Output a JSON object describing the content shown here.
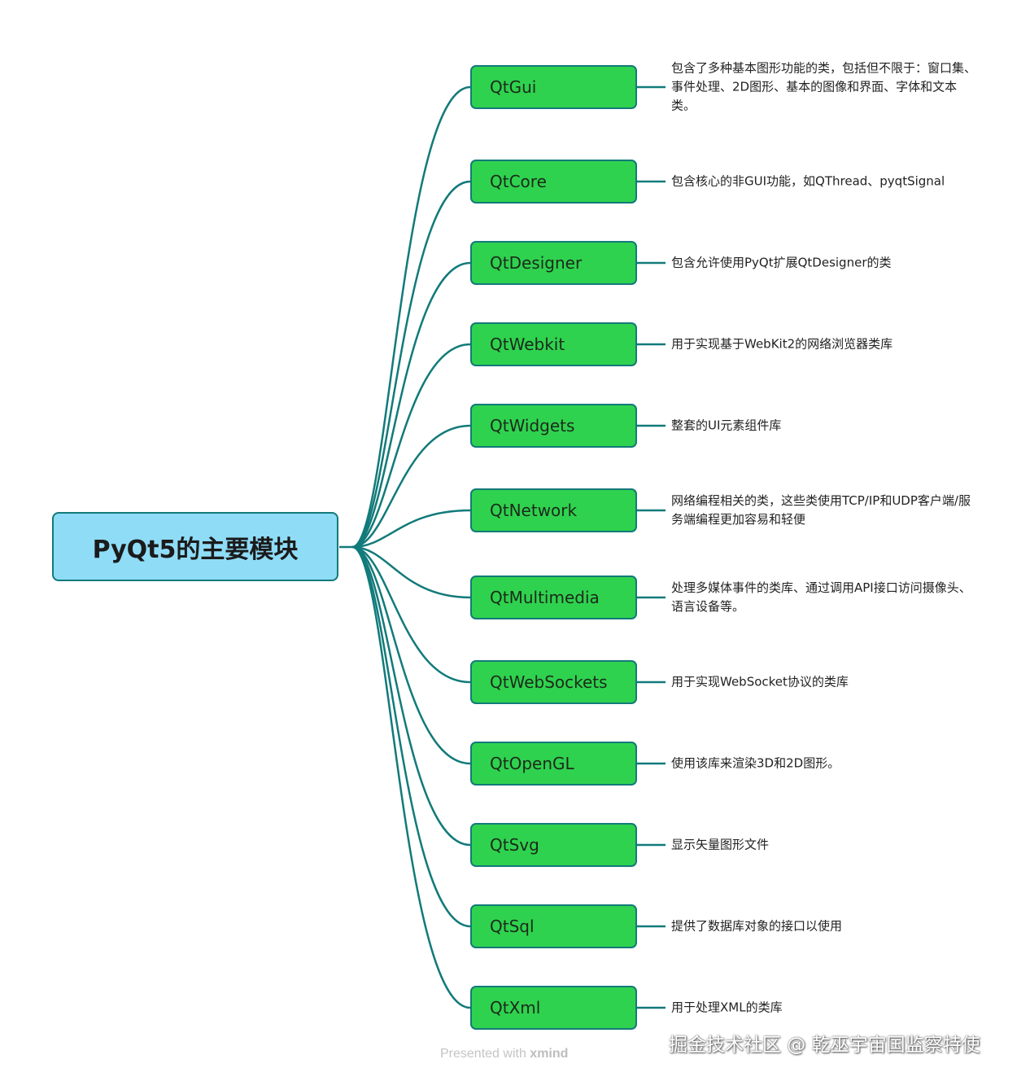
{
  "root": {
    "title": "PyQt5的主要模块"
  },
  "modules": [
    {
      "name": "QtGui",
      "desc": "包含了多种基本图形功能的类，包括但不限于：窗口集、事件处理、2D图形、基本的图像和界面、字体和文本类。"
    },
    {
      "name": "QtCore",
      "desc": "包含核心的非GUI功能，如QThread、pyqtSignal"
    },
    {
      "name": "QtDesigner",
      "desc": "包含允许使用PyQt扩展QtDesigner的类"
    },
    {
      "name": "QtWebkit",
      "desc": "用于实现基于WebKit2的网络浏览器类库"
    },
    {
      "name": "QtWidgets",
      "desc": "整套的UI元素组件库"
    },
    {
      "name": "QtNetwork",
      "desc": "网络编程相关的类，这些类使用TCP/IP和UDP客户端/服务端编程更加容易和轻便"
    },
    {
      "name": "QtMultimedia",
      "desc": "处理多媒体事件的类库、通过调用API接口访问摄像头、语言设备等。"
    },
    {
      "name": "QtWebSockets",
      "desc": "用于实现WebSocket协议的类库"
    },
    {
      "name": "QtOpenGL",
      "desc": "使用该库来渲染3D和2D图形。"
    },
    {
      "name": "QtSvg",
      "desc": "显示矢量图形文件"
    },
    {
      "name": "QtSql",
      "desc": "提供了数据库对象的接口以使用"
    },
    {
      "name": "QtXml",
      "desc": "用于处理XML的类库"
    }
  ],
  "footer": {
    "prefix": "Presented with",
    "brand": "xmind"
  },
  "watermark": "掘金技术社区 @ 乾巫宇宙国监察特使"
}
